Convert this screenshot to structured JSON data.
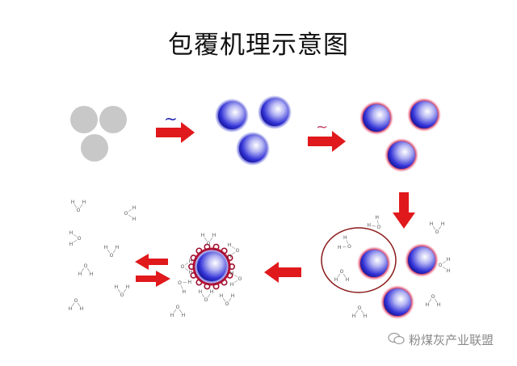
{
  "title": "包覆机理示意图",
  "watermark": {
    "text": "粉煤灰产业联盟",
    "icon": "wechat-icon"
  },
  "annotations": {
    "tilde_1": "~",
    "tilde_2": "~"
  },
  "molecule": {
    "hydrogen": "H",
    "oxygen": "O"
  },
  "colors": {
    "arrow": "#e0191c",
    "particle_gray": "#c8c8c8",
    "particle_blue": "#2b2bd6",
    "coating_red": "#b0102a",
    "circle_outline": "#8b1a1a"
  }
}
